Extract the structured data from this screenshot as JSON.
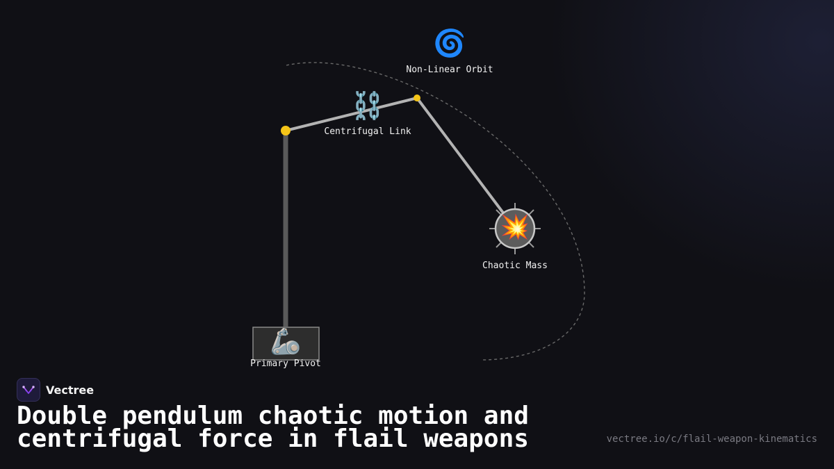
{
  "diagram": {
    "nodes": {
      "orbit": {
        "icon": "🌀",
        "label": "Non-Linear Orbit"
      },
      "link": {
        "icon": "⛓️",
        "label": "Centrifugal Link"
      },
      "mass": {
        "icon": "💥",
        "label": "Chaotic Mass"
      },
      "pivot": {
        "icon": "🦾",
        "label": "Primary Pivot"
      }
    },
    "colors": {
      "rod": "#5a5a5a",
      "chain": "#b3b3b3",
      "joint": "#f5c518",
      "orbit_path": "#6a6a6a",
      "mass_fill": "#5c5c5c",
      "mass_stroke": "#c8c8c8"
    }
  },
  "brand": {
    "name": "Vectree",
    "logo_icon": "vectree-logo-icon"
  },
  "title": "Double pendulum chaotic motion and centrifugal force in flail weapons",
  "url": "vectree.io/c/flail-weapon-kinematics"
}
